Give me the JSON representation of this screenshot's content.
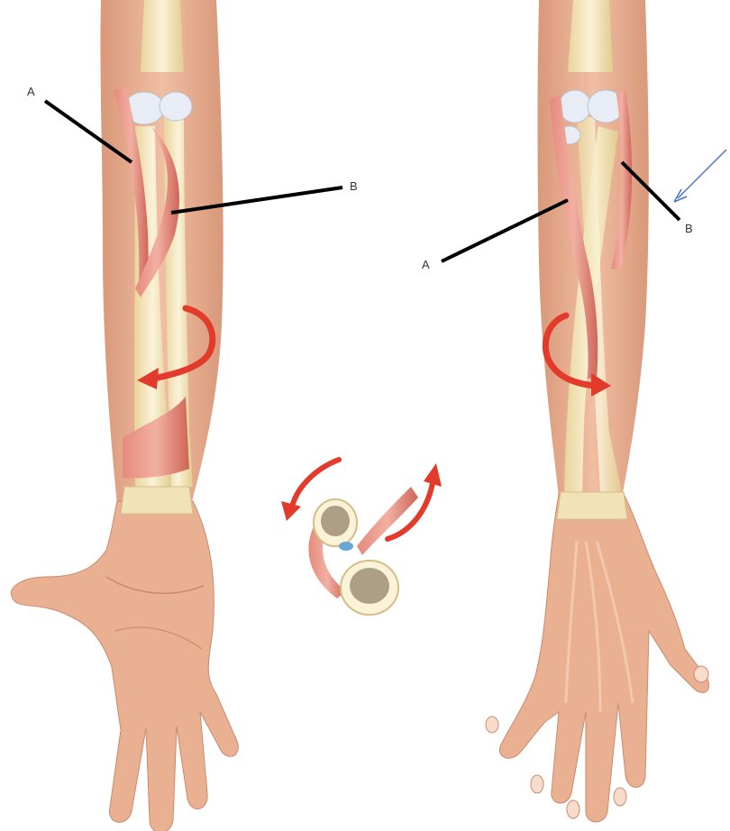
{
  "labels": {
    "left": {
      "a": "A",
      "b": "B"
    },
    "right": {
      "a": "A",
      "b": "B"
    }
  },
  "colors": {
    "skin": "#e7a98a",
    "skin_light": "#f0bea2",
    "bone": "#f3e6c0",
    "muscle": "#d9736a",
    "arrow_red": "#e23a2b",
    "leader_line": "#000000",
    "pointer_arrow": "#4a74c4"
  }
}
